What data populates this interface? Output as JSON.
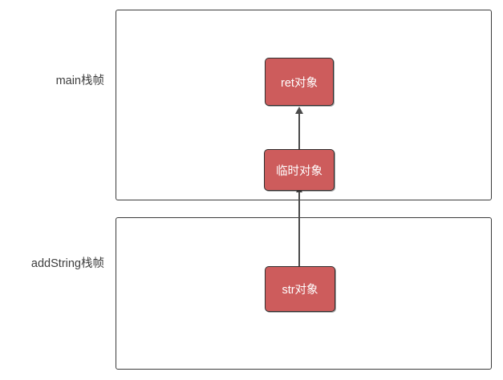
{
  "diagram": {
    "type": "stack-frame-diagram",
    "title": "",
    "background_color": "#ffffff",
    "frames": [
      {
        "id": "main",
        "label": "main栈帧",
        "border_color": "#3b3b3b",
        "fill_color": "#ffffff"
      },
      {
        "id": "addstring",
        "label": "addString栈帧",
        "border_color": "#3b3b3b",
        "fill_color": "#ffffff"
      }
    ],
    "objects": [
      {
        "id": "ret",
        "label": "ret对象",
        "frame": "main",
        "fill_color": "#cd5c5c",
        "text_color": "#ffffff",
        "border_color": "#2f2f2f"
      },
      {
        "id": "temp",
        "label": "临时对象",
        "frame": "main",
        "fill_color": "#cd5c5c",
        "text_color": "#ffffff",
        "border_color": "#2f2f2f"
      },
      {
        "id": "str",
        "label": "str对象",
        "frame": "addstring",
        "fill_color": "#cd5c5c",
        "text_color": "#ffffff",
        "border_color": "#2f2f2f"
      }
    ],
    "connectors": [
      {
        "id": "temp-to-ret",
        "from": "temp",
        "to": "ret",
        "direction": "up",
        "arrowhead": true,
        "color": "#4a4a4a"
      },
      {
        "id": "str-to-temp",
        "from": "str",
        "to": "temp",
        "direction": "up",
        "arrowhead": true,
        "color": "#4a4a4a"
      }
    ]
  }
}
